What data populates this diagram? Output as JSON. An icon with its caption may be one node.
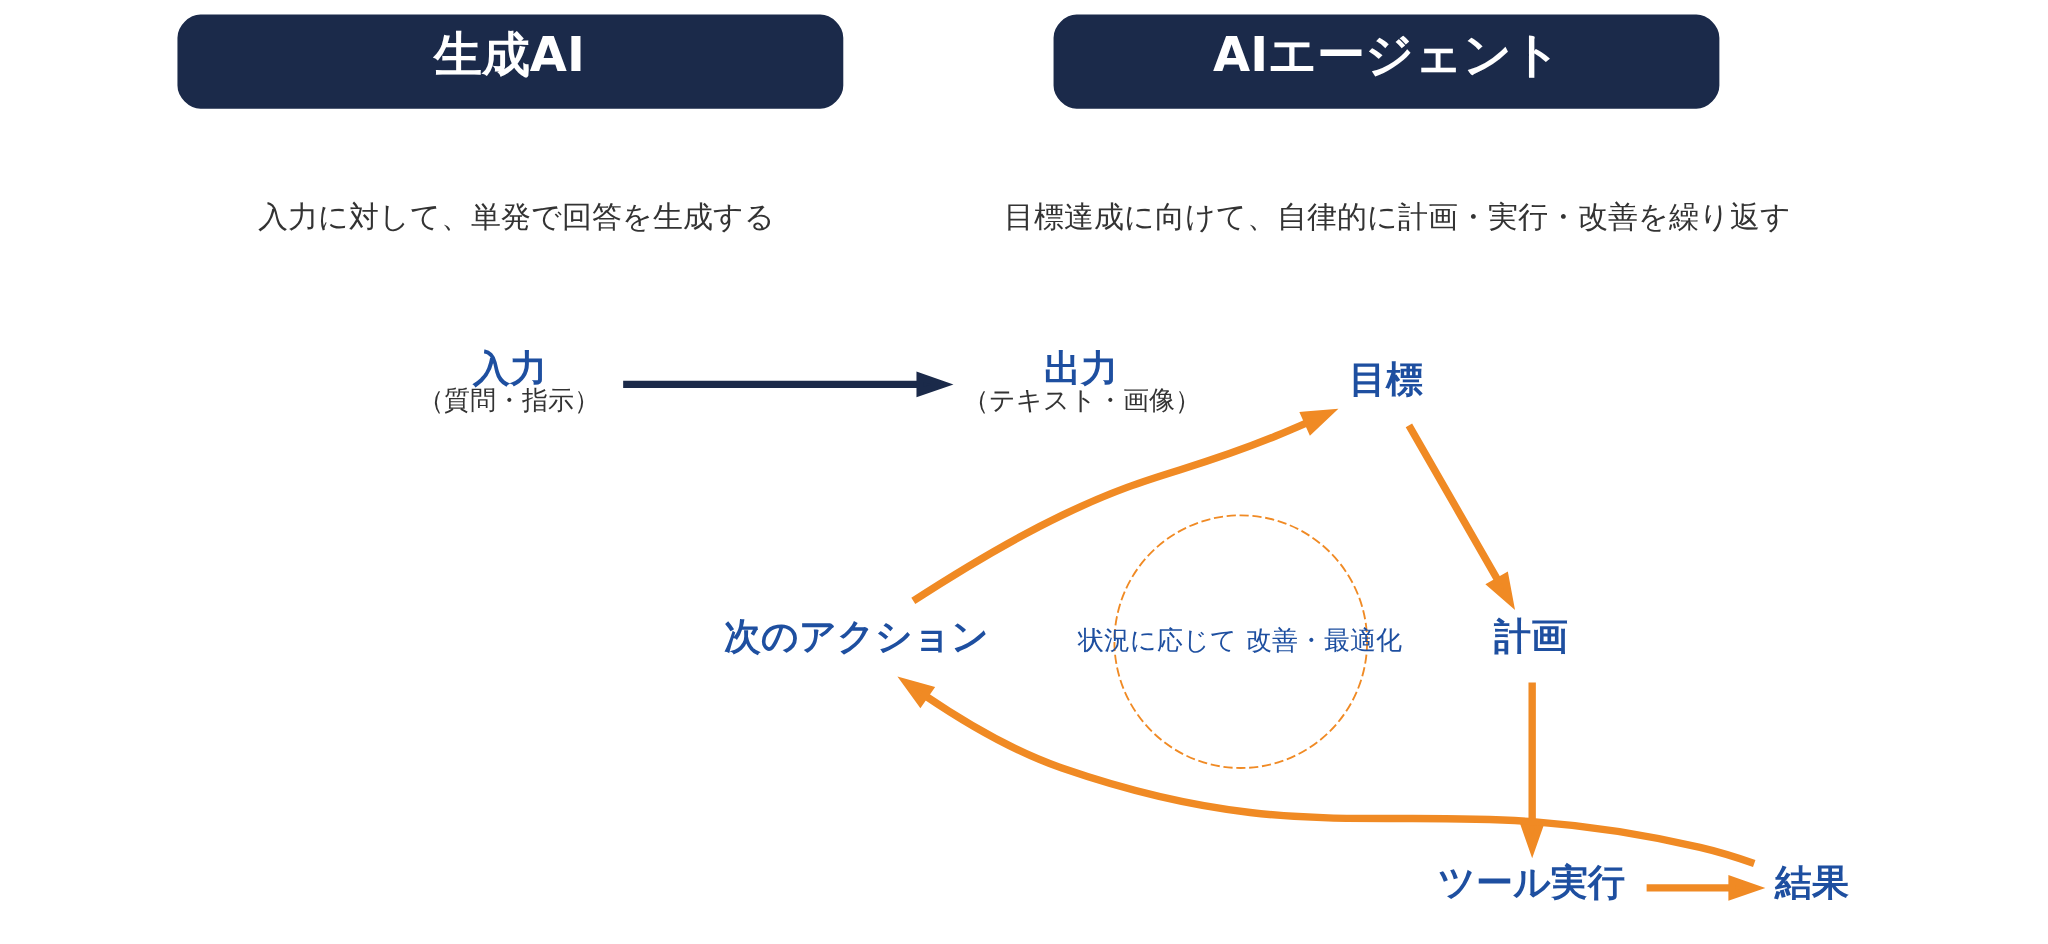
{
  "diagram": {
    "nodes": [
      {
        "text": [
          "生成AI"
        ]
      },
      {
        "text": [
          "AIエージェント"
        ]
      },
      {
        "text": [
          "入力",
          "（質問・指示）"
        ]
      },
      {
        "text": [
          "出力",
          "（テキスト・画像）"
        ]
      },
      {
        "text": [
          "目標"
        ]
      },
      {
        "text": [
          "計画"
        ]
      },
      {
        "text": [
          "ツール実行"
        ]
      },
      {
        "text": [
          "結果"
        ]
      },
      {
        "text": [
          "次のアクション"
        ]
      },
      {
        "text": [
          "状況に応じて 改善・最適化"
        ]
      }
    ],
    "edges": [
      {
        "from": 2,
        "to": 3,
        "arrow": "to",
        "color": "#1b2a4a"
      },
      {
        "from": 4,
        "to": 5,
        "arrow": "to"
      },
      {
        "from": 5,
        "to": 6,
        "arrow": "to"
      },
      {
        "from": 6,
        "to": 7,
        "arrow": "to"
      },
      {
        "from": 7,
        "to": 8,
        "arrow": "to"
      },
      {
        "from": 8,
        "to": 4,
        "arrow": "to"
      }
    ],
    "labels": [
      "入力に対して、単発で回答を生成する",
      "目標達成に向けて、自律的に計画・実行・改善を繰り返す"
    ]
  }
}
